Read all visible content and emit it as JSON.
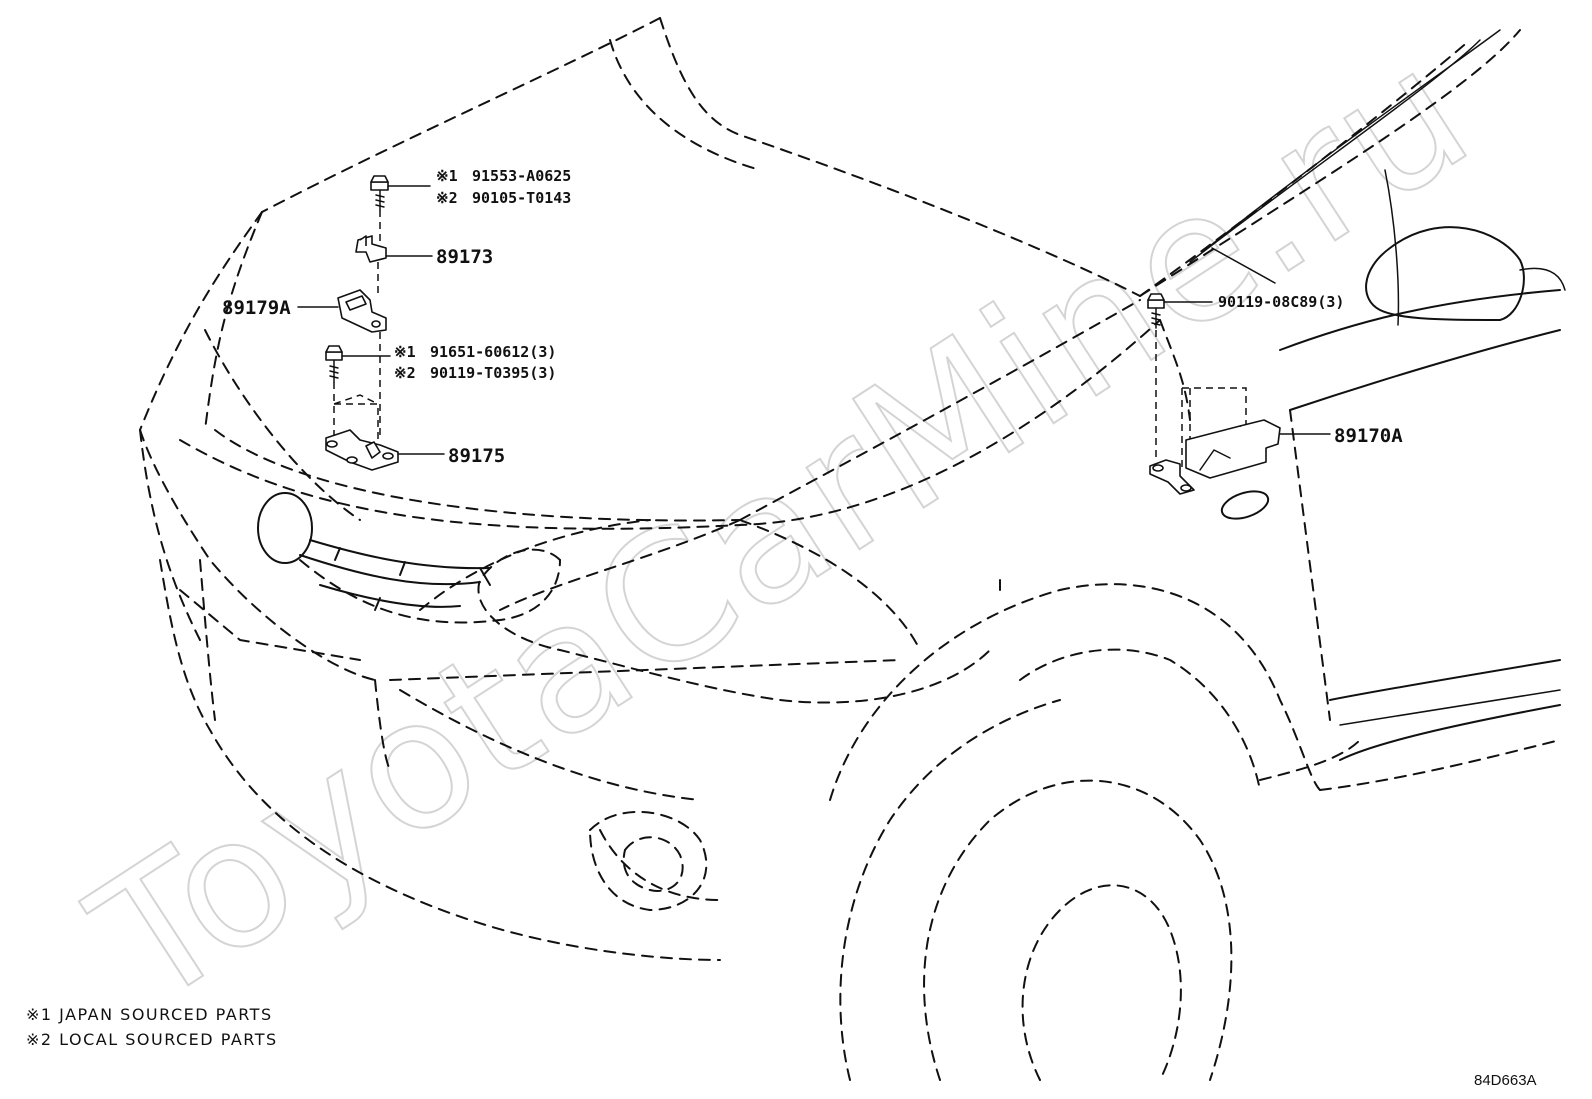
{
  "watermark": "ToyotaCarMine.ru",
  "callouts": {
    "bolt_top": {
      "line1_marker": "※1",
      "line1_part": "91553-A0625",
      "line2_marker": "※2",
      "line2_part": "90105-T0143"
    },
    "part_89173": "89173",
    "part_89179A": "89179A",
    "bolt_mid": {
      "line1_marker": "※1",
      "line1_part": "91651-60612(3)",
      "line2_marker": "※2",
      "line2_part": "90119-T0395(3)"
    },
    "part_89175": "89175",
    "bolt_right": "90119-08C89(3)",
    "part_89170A": "89170A"
  },
  "legend": {
    "note1": "※1 JAPAN SOURCED PARTS",
    "note2": "※2 LOCAL SOURCED PARTS"
  },
  "diagram_code": "84D663A"
}
